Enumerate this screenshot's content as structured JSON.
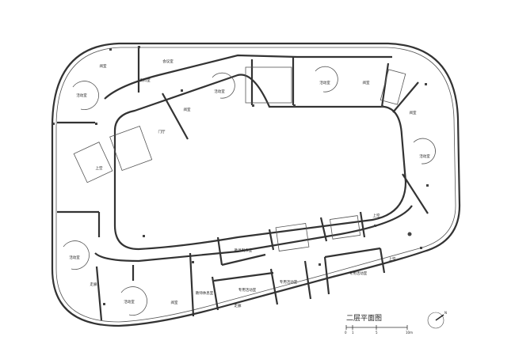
{
  "plan": {
    "title": "二层平面图",
    "scale_labels": [
      "0",
      "1",
      "5",
      "10m"
    ],
    "north_label": "N",
    "rooms": [
      {
        "name": "阅室"
      },
      {
        "name": "会议室"
      },
      {
        "name": "资料室"
      },
      {
        "name": "活动室"
      },
      {
        "name": "活动室"
      },
      {
        "name": "阅室"
      },
      {
        "name": "门厅"
      },
      {
        "name": "上空"
      },
      {
        "name": "活动室"
      },
      {
        "name": "阅室"
      },
      {
        "name": "阅室"
      },
      {
        "name": "活动室"
      },
      {
        "name": "上空"
      },
      {
        "name": "上空"
      },
      {
        "name": "专用活动室"
      },
      {
        "name": "专用活动室"
      },
      {
        "name": "教具制作室"
      },
      {
        "name": "专用活动室"
      },
      {
        "name": "教师休息室"
      },
      {
        "name": "走廊"
      },
      {
        "name": "阅室"
      },
      {
        "name": "活动室"
      },
      {
        "name": "走廊"
      },
      {
        "name": "活动室"
      }
    ]
  }
}
